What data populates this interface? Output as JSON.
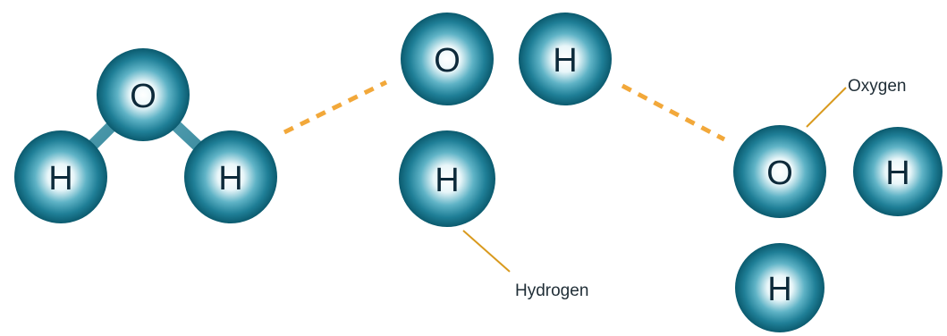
{
  "diagram": {
    "atoms": {
      "oxygen": "O",
      "hydrogen": "H"
    },
    "callouts": {
      "hydrogen": "Hydrogen",
      "oxygen": "Oxygen"
    },
    "colors": {
      "atom_dark": "#0b5a6e",
      "atom_mid": "#1f8aa3",
      "atom_light": "#ffffff",
      "bond": "#2e7f93",
      "hydrogen_bond": "#f2a83a",
      "callout_line": "#d99a1e"
    }
  }
}
